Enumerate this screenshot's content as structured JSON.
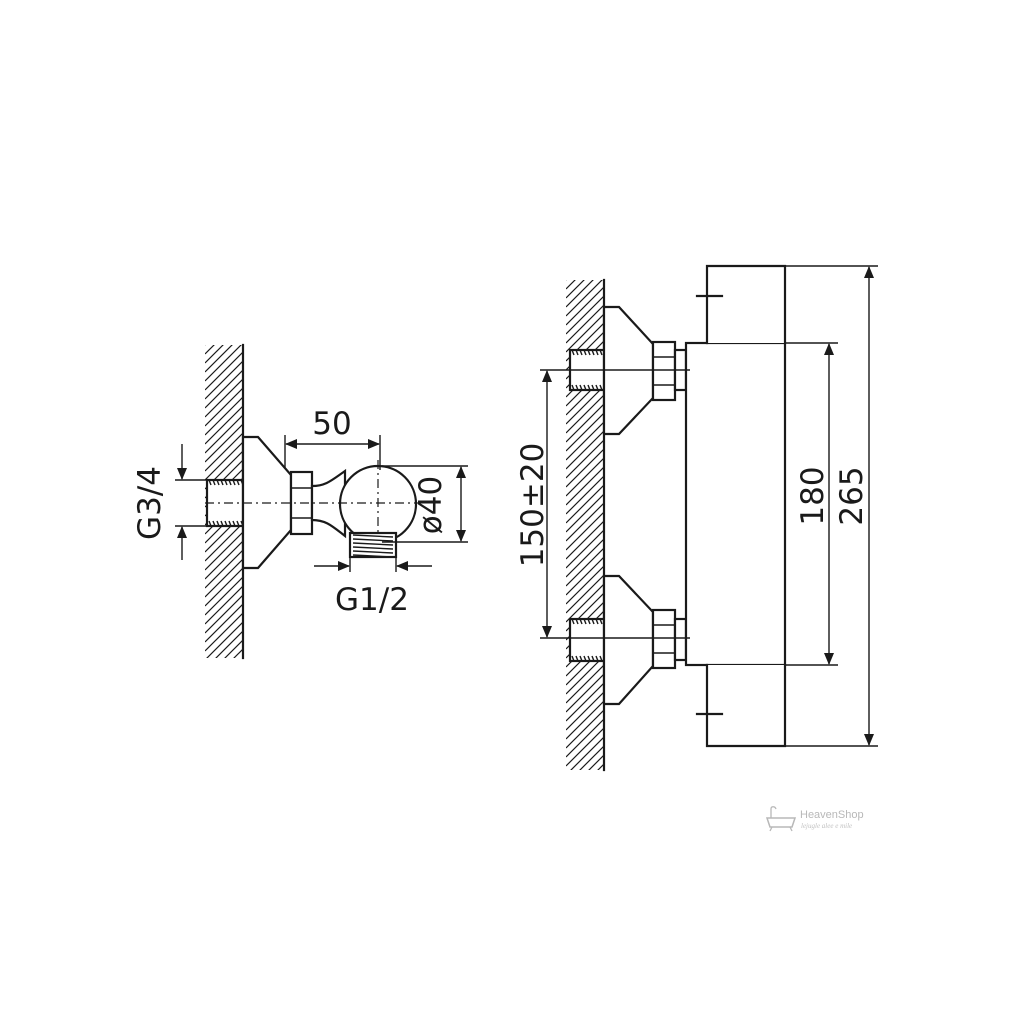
{
  "dimensions": {
    "inlet_thread": "G3/4",
    "outlet_depth": "50",
    "outlet_diameter": "ø40",
    "outlet_thread": "G1/2",
    "inlet_spacing": "150±20",
    "body_length": "180",
    "overall_length": "265"
  },
  "watermark": {
    "name": "HeavenShop",
    "tagline": "lejugle alee e mile",
    "icon": "bathtub-icon"
  },
  "colors": {
    "line": "#1a1a1a",
    "background": "#ffffff",
    "watermark": "#b8b8b8"
  }
}
